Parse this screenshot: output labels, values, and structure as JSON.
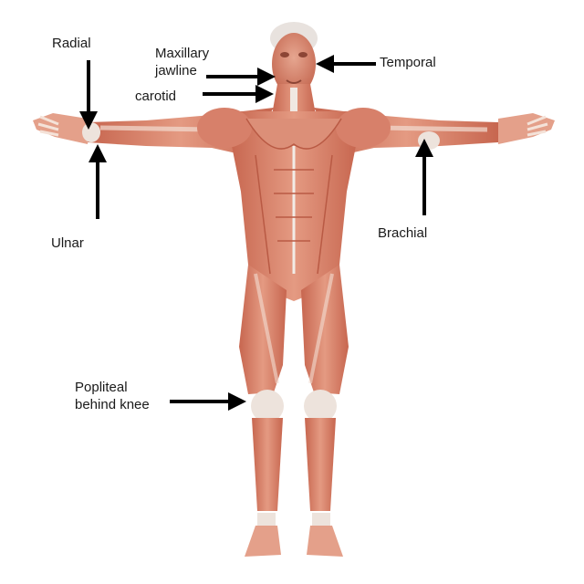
{
  "labels": {
    "radial": "Radial",
    "maxillary_line1": "Maxillary",
    "maxillary_line2": "jawline",
    "carotid": "carotid",
    "temporal": "Temporal",
    "ulnar": "Ulnar",
    "brachial": "Brachial",
    "popliteal_line1": "Popliteal",
    "popliteal_line2": "behind knee"
  },
  "colors": {
    "background": "#ffffff",
    "muscle": "#d9826a",
    "muscle_dark": "#b8553f",
    "muscle_light": "#eeb7a2",
    "tendon": "#f2ece6",
    "arrow": "#000000",
    "text": "#1a1a1a"
  },
  "figure": {
    "subject": "human-muscular-anatomy-front-view"
  }
}
